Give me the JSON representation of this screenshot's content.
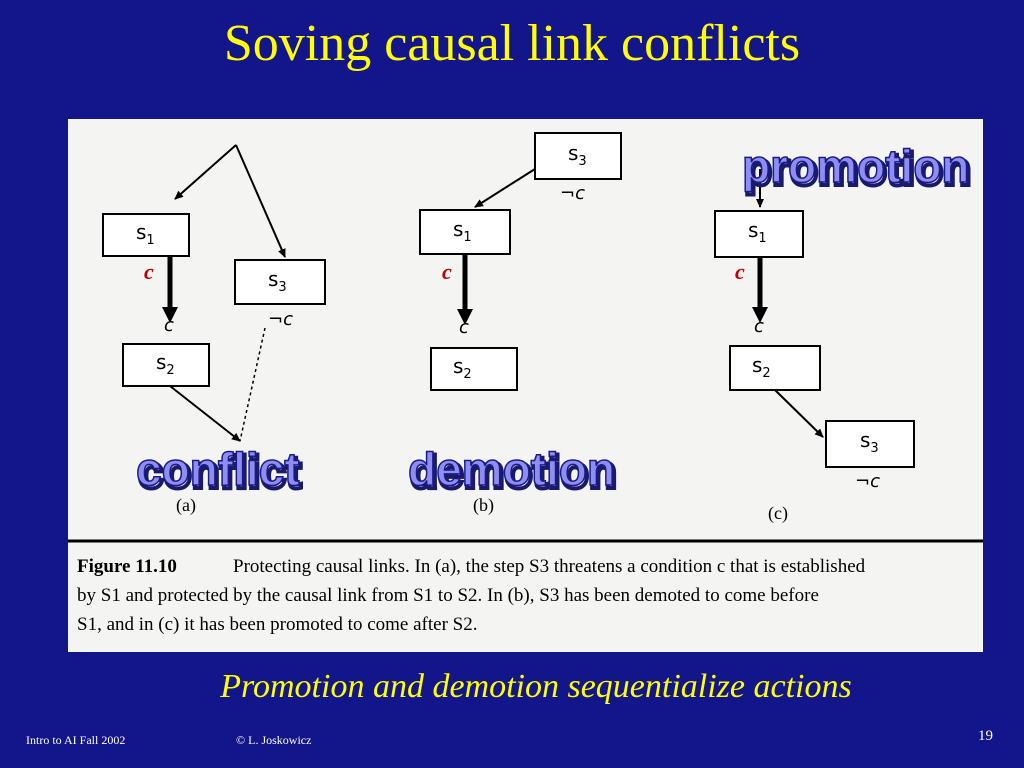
{
  "slide": {
    "title": "Soving causal link conflicts",
    "subtitle": "Promotion and demotion sequentialize actions",
    "footer_course": "Intro to AI  Fall 2002",
    "footer_author": "© L. Joskowicz",
    "page_number": "19"
  },
  "figure": {
    "panels": [
      {
        "id": "a",
        "label": "(a)",
        "s1": "s",
        "s1_sub": "1",
        "s2": "s",
        "s2_sub": "2",
        "s3": "s",
        "s3_sub": "3",
        "cond": "c",
        "neg_cond": "¬c",
        "link_label": "c"
      },
      {
        "id": "b",
        "label": "(b)",
        "s1": "s",
        "s1_sub": "1",
        "s2": "s",
        "s2_sub": "2",
        "s3": "s",
        "s3_sub": "3",
        "cond": "c",
        "neg_cond": "¬c",
        "link_label": "c"
      },
      {
        "id": "c",
        "label": "(c)",
        "s1": "s",
        "s1_sub": "1",
        "s2": "s",
        "s2_sub": "2",
        "s3": "s",
        "s3_sub": "3",
        "cond": "c",
        "neg_cond": "¬c",
        "link_label": "c"
      }
    ],
    "overlay_labels": {
      "promotion": "promotion",
      "conflict": "conflict",
      "demotion": "demotion"
    },
    "caption": {
      "figure_no": "Figure 11.10",
      "line1": "Protecting causal links. In (a), the step S3 threatens a condition c that is established",
      "line2": "by S1 and protected by the causal link from S1 to S2.  In (b), S3 has been demoted to come before",
      "line3": "S1, and in (c) it has been promoted to come after S2."
    }
  }
}
